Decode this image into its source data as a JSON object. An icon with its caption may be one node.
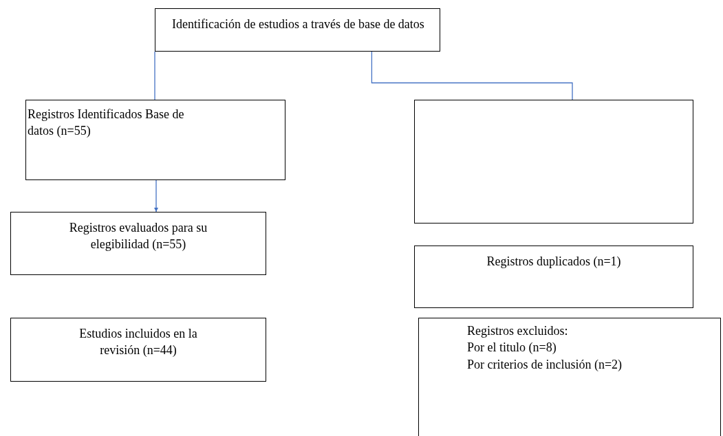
{
  "diagram": {
    "nodes": [
      {
        "text": [
          "Identificación de estudios a través de base de datos"
        ]
      },
      {
        "text": [
          "Registros Identificados Base de datos (n=55)"
        ]
      },
      {
        "text": [],
        "shape": "box"
      },
      {
        "text": [
          "Registros evaluados para su elegibilidad (n=55)"
        ]
      },
      {
        "text": [
          "Registros duplicados (n=1)"
        ]
      },
      {
        "text": [
          "Estudios incluidos en la revisión (n=44)"
        ]
      },
      {
        "text": [
          "Registros excluidos:",
          "Por el titulo (n=8)",
          "Por criterios de inclusión (n=2)"
        ]
      }
    ],
    "edges": [
      {
        "from": 0,
        "to": 1,
        "arrow": "none",
        "color": "#4472c4"
      },
      {
        "from": 0,
        "to": 2,
        "arrow": "none",
        "color": "#4472c4"
      },
      {
        "from": 1,
        "to": 3,
        "arrow": "to",
        "color": "#4472c4"
      }
    ]
  }
}
